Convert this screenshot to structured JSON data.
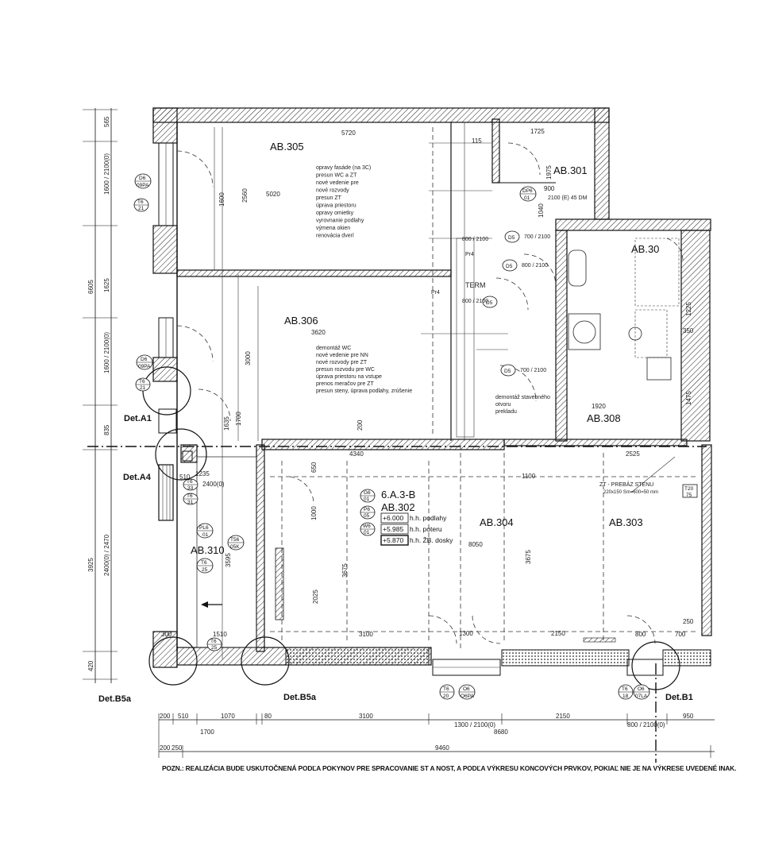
{
  "rooms": {
    "ab305": "AB.305",
    "ab301": "AB.301",
    "ab307": "AB.30",
    "ab306": "AB.306",
    "ab308": "AB.308",
    "ab302_code": "6.A.3-B",
    "ab302": "AB.302",
    "ab304": "AB.304",
    "ab303": "AB.303",
    "ab310": "AB.310",
    "term": "TERM"
  },
  "details": {
    "a1": "Det.A1",
    "a4": "Det.A4",
    "b5a_left": "Det.B5a",
    "b5a_mid": "Det.B5a",
    "b1": "Det.B1"
  },
  "levels": {
    "floor_value": "+6.000",
    "floor_label": "h.h. podlahy",
    "screed_value": "+5.985",
    "screed_label": "h.h. poteru",
    "slab_value": "+5.870",
    "slab_label": "h.h. ŽB. dosky"
  },
  "tags": {
    "g6": [
      "G6",
      "01"
    ],
    "p6": [
      "P6",
      "05"
    ],
    "w6": [
      "W6",
      "01"
    ],
    "pl6": [
      "PL6",
      "01"
    ],
    "t56": [
      "T56",
      "05K"
    ],
    "t25": [
      "T6",
      "25"
    ],
    "t31": [
      "T6",
      "31"
    ],
    "t33": [
      "T6",
      "33"
    ],
    "t25b": [
      "T6",
      "25"
    ],
    "t20": [
      "T6",
      "20"
    ],
    "o6pa": [
      "O6",
      "O6PA"
    ],
    "t18": [
      "T6",
      "18"
    ],
    "o7l": [
      "O6",
      "07LA"
    ],
    "d6a": [
      "D6",
      "09PA"
    ],
    "t21a": [
      "T6",
      "21"
    ],
    "d6b": [
      "D6",
      "09PA"
    ],
    "t21b": [
      "T6",
      "21"
    ],
    "dp6": [
      "DP6",
      "01"
    ],
    "t20r": [
      "T20",
      "75"
    ]
  },
  "doors": {
    "d5_1": "D5",
    "d5_1_size": "700 / 2100",
    "d5_2": "D5",
    "d5_2_size": "800 / 2100",
    "d5_3": "D5",
    "d5_3_size": "700 / 2100",
    "pr4a": "Pr4",
    "pr4b": "Pr4",
    "pr4_size1": "800 / 2100",
    "pr4_size2": "800 / 2100"
  },
  "dims_top_room": {
    "d5720": "5720",
    "d1725": "1725",
    "d115": "115",
    "d5020": "5020",
    "d3620": "3620",
    "d4340": "4340",
    "d1100": "1100",
    "d2525": "2525",
    "d8050": "8050",
    "d3675": "3675",
    "d3675b": "3675",
    "d2025": "2025",
    "d1000": "1000",
    "d650": "650",
    "d200": "200",
    "d1235": "1235",
    "d2400": "2400(0)",
    "d510": "510",
    "d1510": "1510",
    "d300": "300",
    "d3100": "3100",
    "d1300": "1300",
    "d2150": "2150",
    "d800": "800",
    "d700": "700",
    "d250": "250",
    "d1920": "1920",
    "d900": "900",
    "d2100fl": "2100 (E) 45 DM",
    "d1975": "1975",
    "d1040": "1040",
    "d1225": "1225",
    "d1475": "1475",
    "d350": "350",
    "d3000": "3000",
    "d1600": "1600",
    "d2560": "2560",
    "d1700": "1700",
    "d1635": "1635",
    "d3595": "3595"
  },
  "dims_left": [
    "565",
    "1600 / 2100(0)",
    "6605",
    "1625",
    "1600 / 2100(0)",
    "835",
    "3925",
    "2400(0) / 2470",
    "420"
  ],
  "dims_bottom_row1": [
    "200",
    "510",
    "1070",
    "80",
    "3100",
    "1300 / 2100(0)",
    "2150",
    "800 / 2100(0)",
    "950"
  ],
  "dims_bottom_row1b": [
    "1700",
    "8680"
  ],
  "dims_bottom_row2": [
    "200",
    "250",
    "9460"
  ],
  "notes_room305": [
    "opravy fasáde (na 3C)",
    "presun WC a ZT",
    "nové vedenie pre",
    "nové rozvody",
    "presun ZT",
    "úprava priestoru",
    "opravy omietky",
    "vyrovnanie podlahy",
    "výmena okien",
    "renovácia dverí"
  ],
  "notes_room306": [
    "demontáž WC",
    "nové vedenie pre NN",
    "nové rozvody pre ZT",
    "presun rozvodu pre WC",
    "úprava priestoru na vstupe",
    "prenos meračov pre ZT",
    "presun steny, úprava podlahy, zrúšenie"
  ],
  "notes_term": [
    "demontáž",
    "steny",
    "presun",
    "úprava"
  ],
  "note_bar": [
    "demontáž stavebného",
    "otvoru",
    "prekladu"
  ],
  "partition_note": "ZT - PREBÁZ STENU",
  "partition_note2": "220x150 Sm=600=50 mm",
  "bottom_note": "POZN.: REALIZÁCIA BUDE USKUTOČNENÁ PODĽA POKYNOV PRE SPRACOVANIE ST A NOST, A PODĽA VÝKRESU KONCOVÝCH PRVKOV, POKIAĽ NIE JE NA VÝKRESE UVEDENÉ INAK."
}
